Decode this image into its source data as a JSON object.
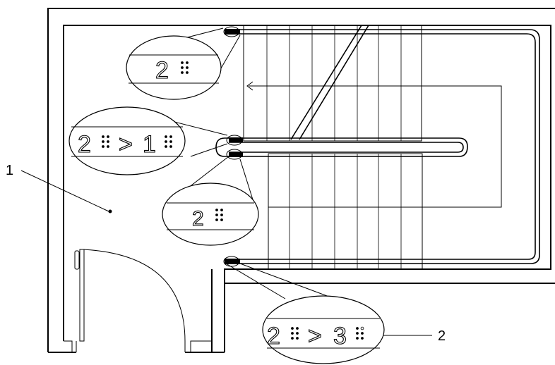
{
  "labels": {
    "area_marker": "1",
    "braille_marker": "2"
  },
  "callouts": {
    "top_landing": {
      "digit": "2"
    },
    "mid_turn": {
      "from_digit": "2",
      "arrow": ">",
      "to_digit": "1"
    },
    "mid_lower": {
      "digit": "2"
    },
    "bottom_entry": {
      "from_digit": "2",
      "arrow": ">",
      "to_digit": "3"
    }
  },
  "colors": {
    "line": "#000000",
    "background": "#ffffff"
  }
}
